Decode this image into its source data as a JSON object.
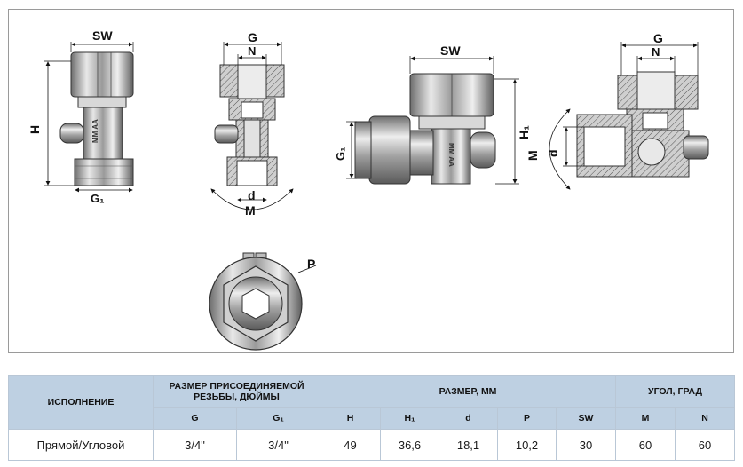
{
  "drawing": {
    "dims": {
      "sw": "SW",
      "h": "H",
      "g1": "G₁",
      "g": "G",
      "n": "N",
      "d": "d",
      "m": "M",
      "h1": "H₁",
      "p": "P"
    },
    "body_mark": "MM AA"
  },
  "table": {
    "headers": {
      "variant": "ИСПОЛНЕНИЕ",
      "thread_size": "РАЗМЕР ПРИСОЕДИНЯЕМОЙ РЕЗЬБЫ, ДЮЙМЫ",
      "size_mm": "РАЗМЕР, ММ",
      "angle": "УГОЛ, ГРАД"
    },
    "subheaders": [
      "G",
      "G₁",
      "H",
      "H₁",
      "d",
      "P",
      "SW",
      "M",
      "N"
    ],
    "row": {
      "variant": "Прямой/Угловой",
      "values": [
        "3/4\"",
        "3/4\"",
        "49",
        "36,6",
        "18,1",
        "10,2",
        "30",
        "60",
        "60"
      ]
    }
  },
  "colors": {
    "header_bg": "#bed0e2",
    "frame_border": "#9a9a9a"
  }
}
